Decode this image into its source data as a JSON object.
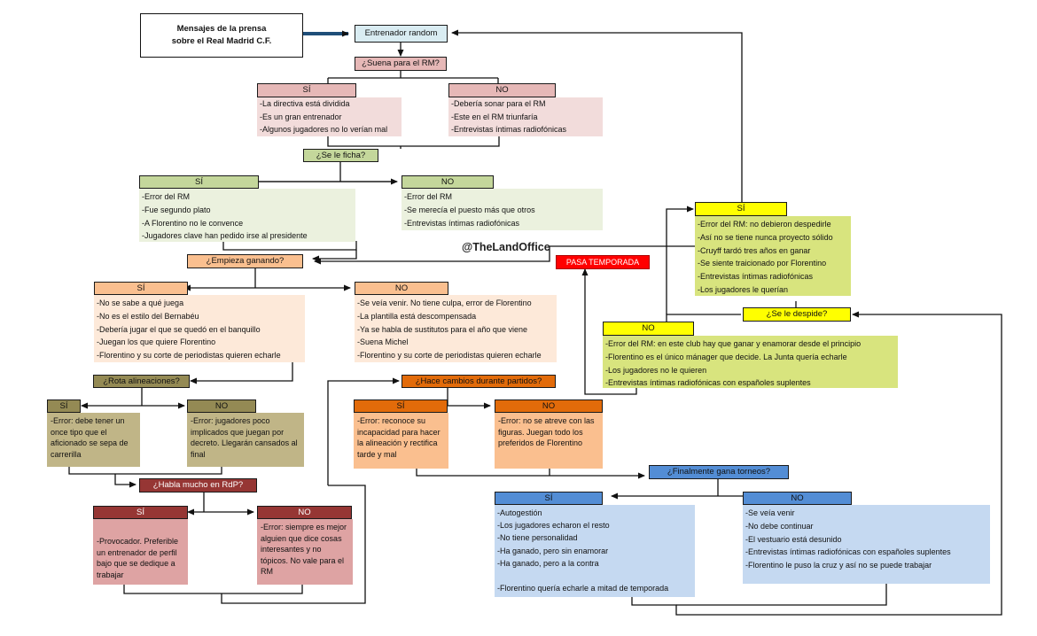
{
  "title": {
    "line1": "Mensajes de la prensa",
    "line2": "sobre el Real Madrid C.F."
  },
  "watermark": "@TheLandOffice",
  "colors": {
    "light_blue": "#d9ecf2",
    "pink": "#e6b8b7",
    "pink_light": "#f2dcdb",
    "green": "#c4d79b",
    "green_light": "#ebf1de",
    "orange": "#fabf8f",
    "orange_light": "#fde9d9",
    "olive": "#c0b587",
    "olive_dark": "#948a54",
    "red_dark": "#963634",
    "red_light": "#dea3a3",
    "dark_orange": "#e26b0a",
    "blue": "#538dd5",
    "blue_light": "#c5d9f1",
    "yellow": "#ffff00",
    "lime": "#d8e47e",
    "red": "#ff0000"
  },
  "nodes": {
    "entrenador": "Entrenador random",
    "suena": "¿Suena para el RM?",
    "suena_si": {
      "label": "SÍ",
      "items": [
        "-La directiva está dividida",
        "-Es un gran entrenador",
        "-Algunos jugadores no lo verían mal"
      ]
    },
    "suena_no": {
      "label": "NO",
      "items": [
        "-Debería sonar para el RM",
        "-Este en el RM triunfaría",
        "-Entrevistas íntimas radiofónicas"
      ]
    },
    "ficha": "¿Se le ficha?",
    "ficha_si": {
      "label": "SÍ",
      "items": [
        "-Error del RM",
        "-Fue segundo plato",
        "-A Florentino no le convence",
        "-Jugadores clave han pedido irse al presidente"
      ]
    },
    "ficha_no": {
      "label": "NO",
      "items": [
        "-Error del RM",
        "-Se merecía el puesto más que otros",
        "-Entrevistas íntimas radiofónicas"
      ]
    },
    "empieza": "¿Empieza ganando?",
    "empieza_si": {
      "label": "SÍ",
      "items": [
        "-No se sabe a qué juega",
        "-No es el estilo del Bernabéu",
        "-Debería jugar el que se quedó en el banquillo",
        "-Juegan los que quiere Florentino",
        "-Florentino y su corte de periodistas quieren echarle"
      ]
    },
    "empieza_no": {
      "label": "NO",
      "items": [
        "-Se veía venir. No tiene culpa,  error de Florentino",
        "-La plantilla está descompensada",
        "-Ya se habla de sustitutos para el año que viene",
        "-Suena Michel",
        "-Florentino y su corte de periodistas quieren echarle"
      ]
    },
    "rota": "¿Rota alineaciones?",
    "rota_si": {
      "label": "SÍ",
      "text": "-Error: debe tener un once tipo que el aficionado se sepa de carrerilla"
    },
    "rota_no": {
      "label": "NO",
      "text": "-Error: jugadores poco implicados que juegan por decreto. Llegarán cansados al final"
    },
    "habla": "¿Habla mucho en RdP?",
    "habla_si": {
      "label": "SÍ",
      "text": "-Provocador. Preferible un entrenador de perfil bajo que se dedique a trabajar"
    },
    "habla_no": {
      "label": "NO",
      "text": "-Error: siempre es mejor alguien que dice cosas interesantes y no tópicos. No vale para el RM"
    },
    "cambios": "¿Hace cambios  durante partidos?",
    "cambios_si": {
      "label": "SÍ",
      "text": "-Error: reconoce su incapacidad para hacer la alineación y rectifica tarde y mal"
    },
    "cambios_no": {
      "label": "NO",
      "text": "-Error: no se atreve con las figuras. Juegan todo los preferidos de Florentino"
    },
    "torneos": "¿Finalmente gana torneos?",
    "torneos_si": {
      "label": "SÍ",
      "items": [
        "-Autogestión",
        "-Los jugadores echaron el resto",
        "-No tiene personalidad",
        "-Ha ganado, pero sin enamorar",
        "-Ha ganado, pero a la contra",
        "",
        "-Florentino quería echarle a mitad de temporada"
      ]
    },
    "torneos_no": {
      "label": "NO",
      "items": [
        "-Se veía venir",
        "-No debe continuar",
        "-El vestuario está desunido",
        "-Entrevistas íntimas radiofónicas con españoles suplentes",
        "-Florentino le puso la cruz y así no se puede trabajar"
      ]
    },
    "despide": "¿Se le despide?",
    "despide_si": {
      "label": "SÍ",
      "items": [
        "-Error del RM: no debieron despedirle",
        "-Así no se tiene nunca proyecto sólido",
        "-Cruyff tardó tres años en ganar",
        "-Se siente traicionado por Florentino",
        "-Entrevistas íntimas radiofónicas",
        "-Los jugadores le querían"
      ]
    },
    "despide_no": {
      "label": "NO",
      "items": [
        "-Error del RM: en este club hay que ganar y enamorar desde el principio",
        "-Florentino es el único mánager que decide. La Junta quería echarle",
        "-Los jugadores no le quieren",
        "-Entrevistas íntimas radiofónicas con españoles suplentes"
      ]
    },
    "pasa": "PASA TEMPORADA"
  }
}
